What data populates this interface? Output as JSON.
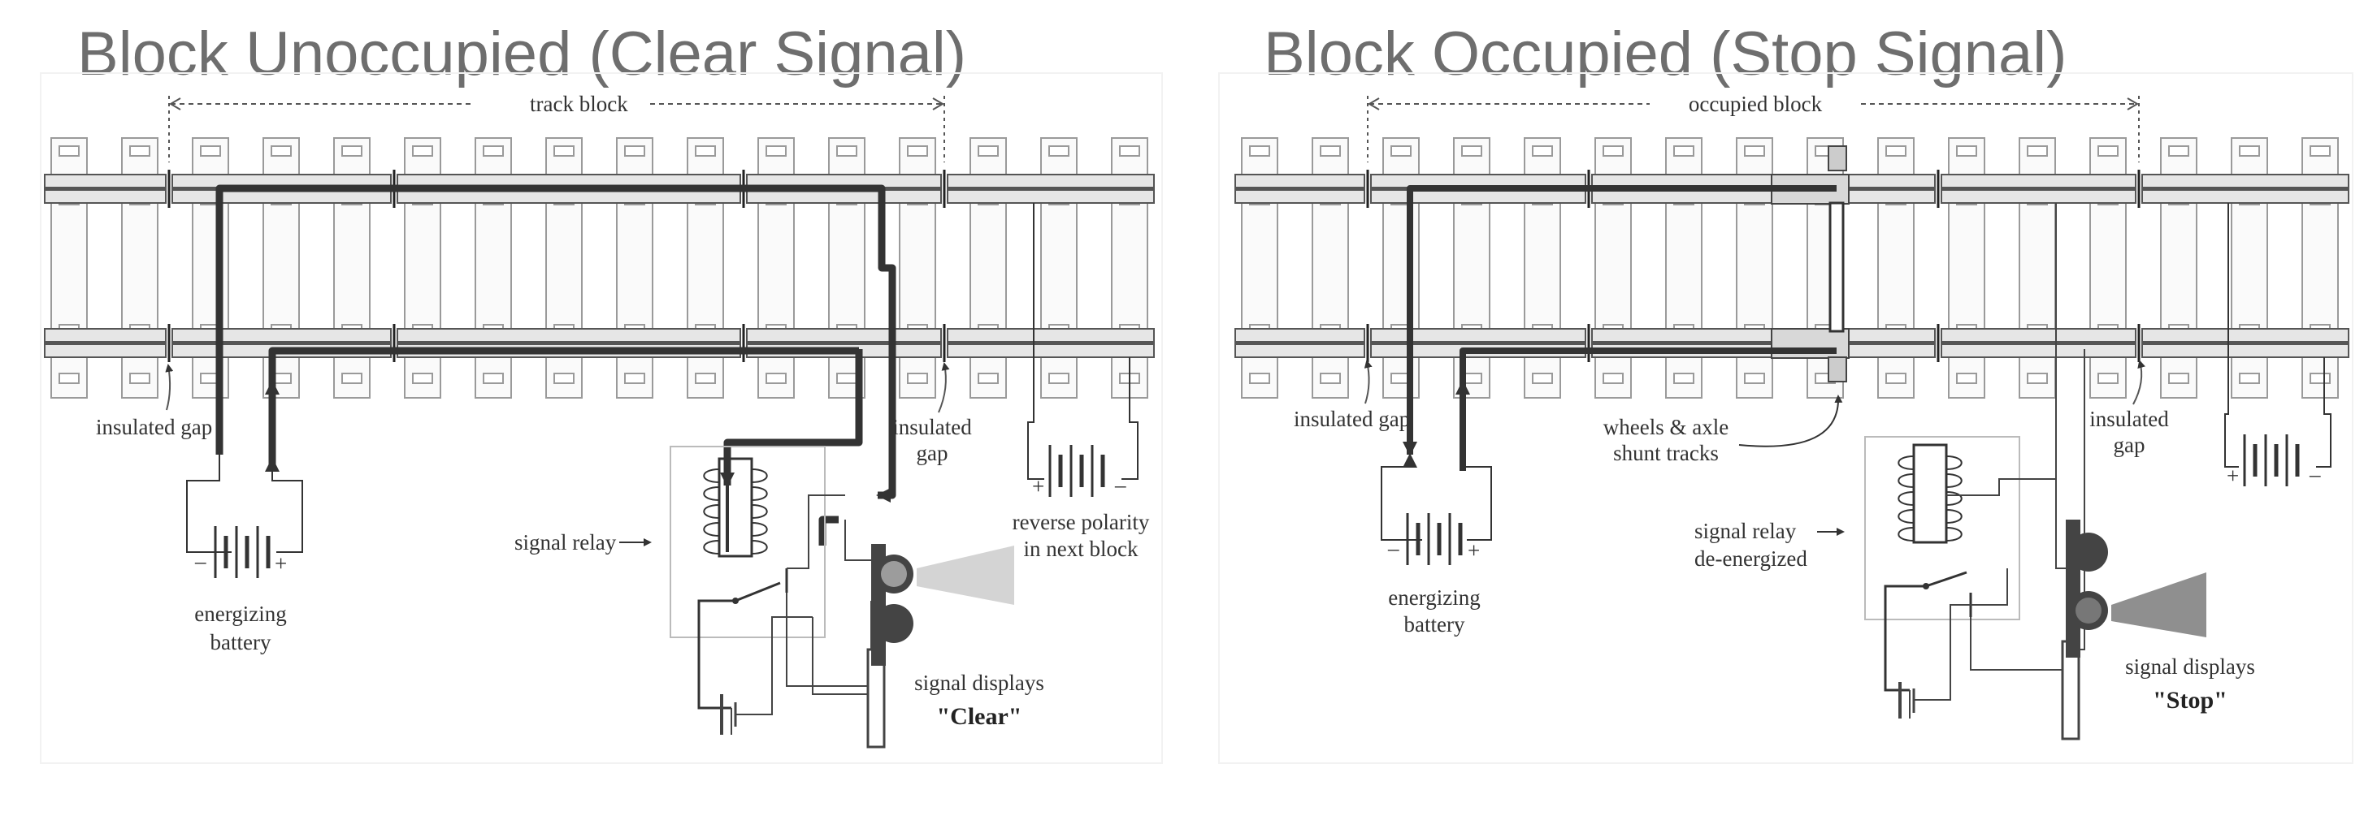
{
  "panels": [
    {
      "title": "Block Unoccupied (Clear Signal)",
      "block_label": "track block",
      "gap_left_label": "insulated gap",
      "gap_right_label": [
        "insulated",
        "gap"
      ],
      "battery_label": [
        "energizing",
        "battery"
      ],
      "relay_label": "signal relay",
      "next_block_label": [
        "reverse polarity",
        "in next block"
      ],
      "signal_label": "signal displays",
      "signal_state": "\"Clear\""
    },
    {
      "title": "Block Occupied (Stop Signal)",
      "block_label": "occupied block",
      "gap_left_label": "insulated gap",
      "gap_right_label": [
        "insulated",
        "gap"
      ],
      "battery_label": [
        "energizing",
        "battery"
      ],
      "relay_label": [
        "signal relay",
        "de-energized"
      ],
      "axle_label": [
        "wheels & axle",
        "shunt tracks"
      ],
      "signal_label": "signal displays",
      "signal_state": "\"Stop\""
    }
  ],
  "colors": {
    "rail": "#555555",
    "tie": "#9a9a9a",
    "wire": "#444444",
    "current": "#333333",
    "lamp_clear": "#d4d4d4",
    "lamp_stop": "#8f8f8f"
  }
}
